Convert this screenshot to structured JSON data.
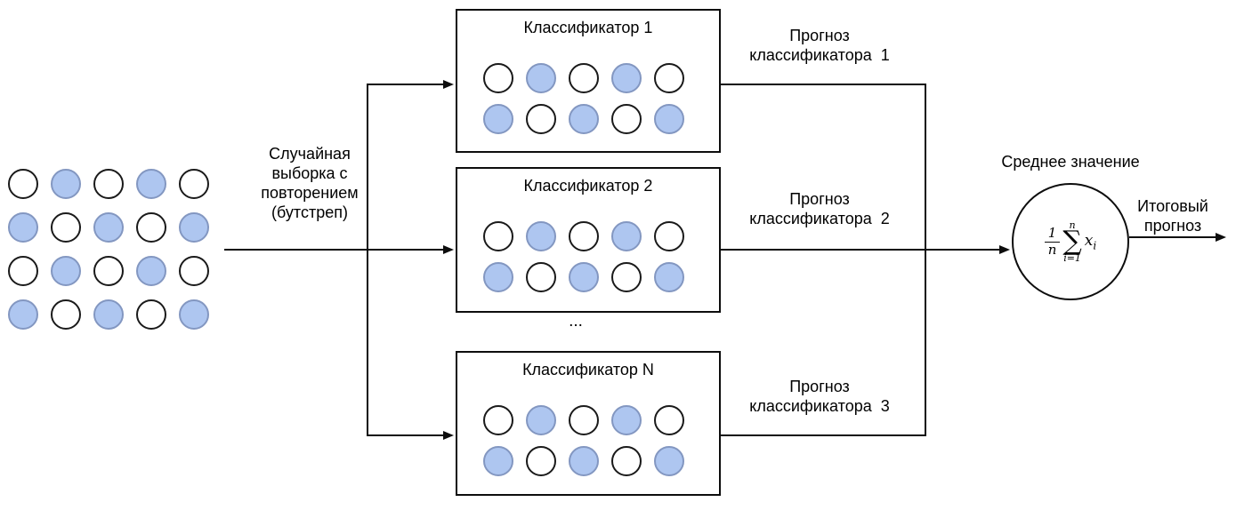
{
  "colors": {
    "background": "#ffffff",
    "text": "#000000",
    "line": "#0d0d0d",
    "box_border": "#0d0d0d",
    "dot_blue_fill": "#aec6f0",
    "dot_blue_stroke": "#8397c1",
    "dot_white_fill": "#ffffff",
    "dot_white_stroke": "#1a1a1a"
  },
  "dataset": {
    "pattern": [
      [
        "w",
        "b",
        "w",
        "b",
        "w"
      ],
      [
        "b",
        "w",
        "b",
        "w",
        "b"
      ],
      [
        "w",
        "b",
        "w",
        "b",
        "w"
      ],
      [
        "b",
        "w",
        "b",
        "w",
        "b"
      ]
    ]
  },
  "bootstrap_label": "Случайная\nвыборка с\nповторением\n(бутстреп)",
  "classifiers": [
    {
      "title": "Классификатор 1",
      "pattern": [
        [
          "w",
          "b",
          "w",
          "b",
          "w"
        ],
        [
          "b",
          "w",
          "b",
          "w",
          "b"
        ]
      ],
      "prediction_label": "Прогноз\nклассификатора  1"
    },
    {
      "title": "Классификатор 2",
      "pattern": [
        [
          "w",
          "b",
          "w",
          "b",
          "w"
        ],
        [
          "b",
          "w",
          "b",
          "w",
          "b"
        ]
      ],
      "prediction_label": "Прогноз\nклассификатора  2"
    },
    {
      "title": "Классификатор N",
      "pattern": [
        [
          "w",
          "b",
          "w",
          "b",
          "w"
        ],
        [
          "b",
          "w",
          "b",
          "w",
          "b"
        ]
      ],
      "prediction_label": "Прогноз\nклассификатора  3"
    }
  ],
  "ellipsis": "...",
  "aggregator": {
    "label": "Среднее значение",
    "formula": {
      "frac_numerator": "1",
      "frac_denominator": "n",
      "sum_symbol": "∑",
      "sum_upper": "n",
      "sum_lower": "i=1",
      "term_base": "x",
      "term_subscript": "i"
    }
  },
  "output_label": "Итоговый\nпрогноз"
}
